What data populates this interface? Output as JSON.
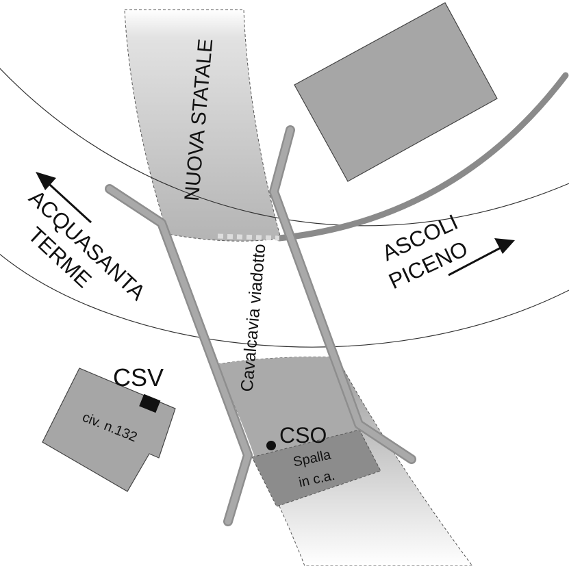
{
  "labels": {
    "nuova_statale": "NUOVA STATALE",
    "cavalcavia": "Cavalcavia viadotto",
    "acquasanta_line1": "ACQUASANTA",
    "acquasanta_line2": "TERME",
    "ascoli_line1": "ASCOLI",
    "ascoli_line2": "PICENO",
    "csv": "CSV",
    "civ": "civ. n.132",
    "cso": "CSO",
    "spalla_line1": "Spalla",
    "spalla_line2": "in c.a."
  },
  "colors": {
    "background": "#ffffff",
    "building": "#a6a6a6",
    "road_gray": "#bdbdbd",
    "bridge_rail": "#9e9e9e",
    "railway": "#8a8a8a",
    "abutment": "#8c8c8c",
    "text": "#111111",
    "marker": "#111111"
  }
}
